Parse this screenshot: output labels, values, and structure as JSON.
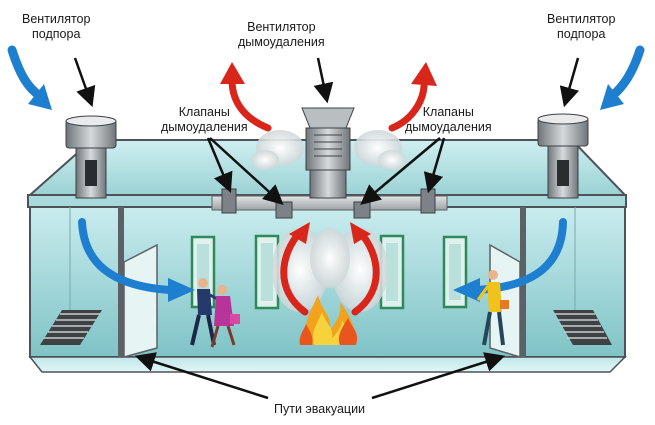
{
  "labels": {
    "fan_supply_left": [
      "Вентилятор",
      "подпора"
    ],
    "fan_supply_right": [
      "Вентилятор",
      "подпора"
    ],
    "fan_smoke": [
      "Вентилятор",
      "дымоудаления"
    ],
    "valves_left": [
      "Клапаны",
      "дымоудаления"
    ],
    "valves_right": [
      "Клапаны",
      "дымоудаления"
    ],
    "evacuation": "Пути эвакуации"
  },
  "colors": {
    "air_supply": "#1e7fd0",
    "smoke_exhaust": "#d8261b",
    "building_glass": "#9fd3d6",
    "frame": "#5c6166",
    "pointer": "#111111"
  },
  "icons": [
    "fan-icon",
    "fire-icon",
    "person-icon",
    "door-icon",
    "arrow-icon",
    "stair-icon"
  ]
}
